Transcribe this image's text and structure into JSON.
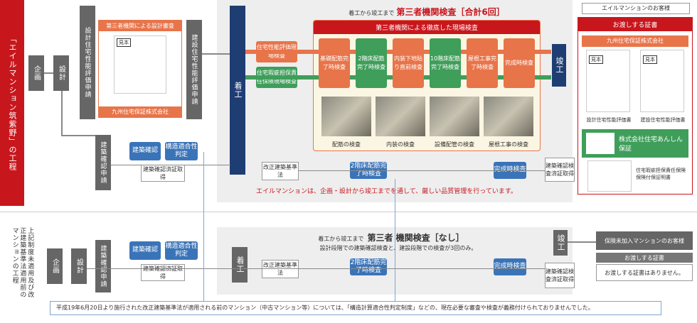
{
  "left_labels": {
    "aile": "「エイルマンション筑紫野」の工程",
    "old": "上記制度未適用及び改正建築基準法適用前のマンションの工程"
  },
  "aile": {
    "kikaku": "企画",
    "sekkei": "設計",
    "sekkei_hyoka": "設計住宅性能評価申請",
    "design_review_title": "第三者機関による設計審査",
    "design_review_company": "九州住宅保証株式会社",
    "kensetsu_hyoka": "建設住宅性能評価申請",
    "kakunin_shinsei": "建築確認申請",
    "kenchiku_kakunin": "建築確認",
    "kozo_hantei": "構造適合性判定",
    "kakunin_shutoku": "建築確認済証取得",
    "chakko": "着工",
    "banner_pre": "着工から竣工まで",
    "banner_main": "第三者機関検査［合計6回］",
    "inspection_title": "第三者機関による徹底した現場検査",
    "row1_label": "住宅性能評価現場検査",
    "row2_label": "住宅瑕疵担保責任保険現場検査",
    "steps": [
      "基礎配筋完了時検査",
      "2階床配筋完了時検査",
      "内装下地貼り直前検査",
      "10階床配筋完了時検査",
      "屋根工事完了時検査",
      "完成時検査"
    ],
    "photos": [
      "配筋の検査",
      "内装の検査",
      "設備配管の検査",
      "屋根工事の検査"
    ],
    "kaisei_ho": "改正建築基準法",
    "nikai_kensa": "2階床配筋完了時検査",
    "kansei_kensa": "完成時検査",
    "kakunin_kensazumi": "建築確認検査済証取得",
    "shunko": "竣工",
    "tagline": "エイルマンションは、企画・設計から竣工までを通して、厳しい品質管理を行っています。",
    "customer_header": "エイルマンションのお客様",
    "certificate_header": "お渡しする証書",
    "cert_company": "九州住宅保証株式会社",
    "cert1": "設計住宅性能評価書",
    "cert2": "建設住宅性能評価書",
    "anshin_company": "株式会社住宅あんしん保証",
    "hoken_cert": "住宅瑕疵担保責任保険保険付保証明書",
    "mihon": "見本"
  },
  "old": {
    "kikaku": "企画",
    "sekkei": "設計",
    "kakunin_shinsei": "建築確認申請",
    "kenchiku_kakunin": "建築確認",
    "kozo_hantei": "構造適合性判定",
    "kakunin_shutoku": "建築確認済証取得",
    "chakko": "着工",
    "kaisei_ho": "改正建築基準法",
    "banner_pre": "着工から竣工まで",
    "banner_main": "第三者 機関検査［なし］",
    "banner_sub": "設計段階での建築確認検査と、建設段階での検査が3回のみ。",
    "nikai_kensa": "2階床配筋完了時検査",
    "kansei_kensa": "完成時検査",
    "kakunin_kensazumi": "建築確認検査済証取得",
    "shunko": "竣工",
    "customer": "保険未加入マンションのお客様",
    "certificate_header": "お渡しする証書",
    "no_certificate": "お渡しする証書はありません。"
  },
  "footnote": "平成19年6月20日より施行された改正建築基準法が適用される前のマンション（中古マンション等）については、「構造計算適合性判定制度」などの、現在必要な審査や検査が義務付けられておりませんでした。"
}
